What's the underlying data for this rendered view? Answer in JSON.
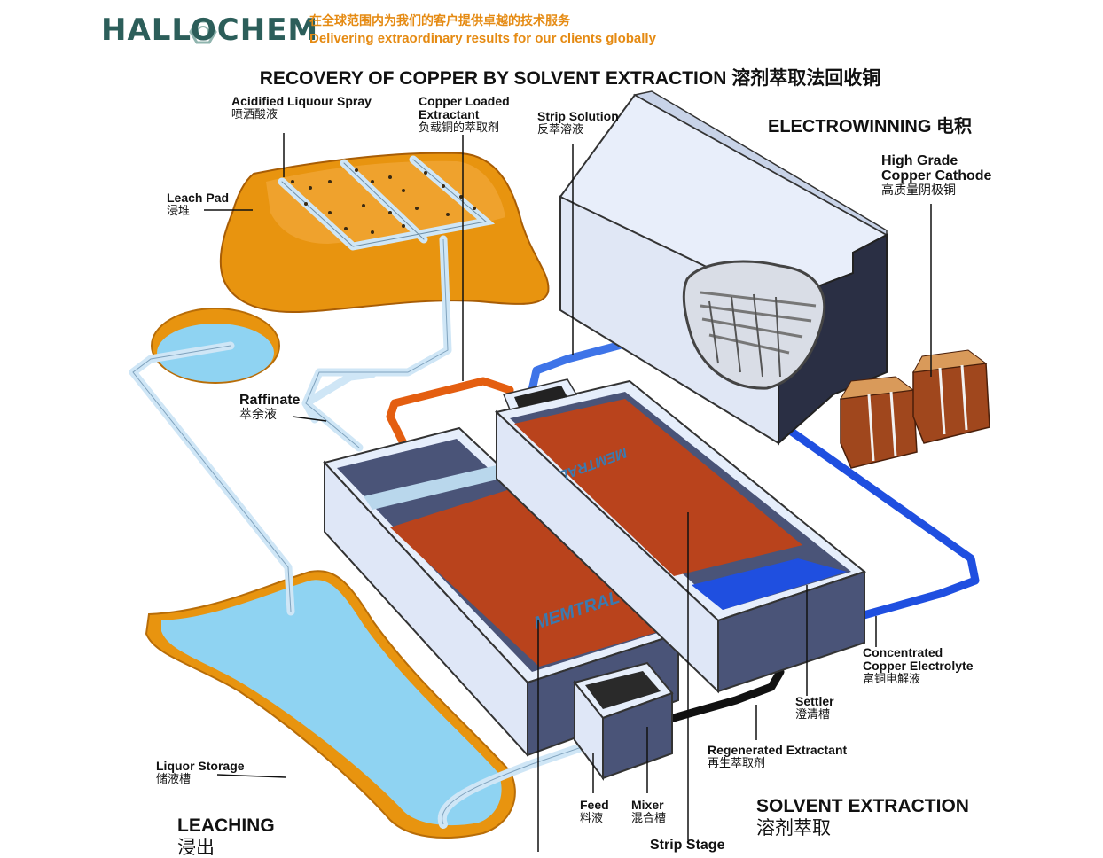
{
  "header": {
    "logo_text": "HALLOCHEM",
    "tagline_zh": "在全球范围内为我们的客户提供卓越的技术服务",
    "tagline_en": "Delivering extraordinary results for our clients globally"
  },
  "title": "RECOVERY OF COPPER BY SOLVENT EXTRACTION 溶剂萃取法回收铜",
  "sections": {
    "electrowinning": "ELECTROWINNING 电积",
    "leaching_en": "LEACHING",
    "leaching_zh": "浸出",
    "solvent_en": "SOLVENT EXTRACTION",
    "solvent_zh": "溶剂萃取"
  },
  "labels": {
    "acidified_en": "Acidified Liquour Spray",
    "acidified_zh": "喷洒酸液",
    "loaded_en1": "Copper Loaded",
    "loaded_en2": "Extractant",
    "loaded_zh": "负载铜的萃取剂",
    "strip_en": "Strip Solution",
    "strip_zh": "反萃溶液",
    "cathode_en1": "High Grade",
    "cathode_en2": "Copper Cathode",
    "cathode_zh": "高质量阴极铜",
    "leachpad_en": "Leach Pad",
    "leachpad_zh": "浸堆",
    "raffinate_en": "Raffinate",
    "raffinate_zh": "萃余液",
    "electrolyte_en1": "Concentrated",
    "electrolyte_en2": "Copper Electrolyte",
    "electrolyte_zh": "富铜电解液",
    "settler_en": "Settler",
    "settler_zh": "澄清槽",
    "regen_en": "Regenerated Extractant",
    "regen_zh": "再生萃取剂",
    "storage_en": "Liquor Storage",
    "storage_zh": "储液槽",
    "feed_en": "Feed",
    "feed_zh": "料液",
    "mixer_en": "Mixer",
    "mixer_zh": "混合槽",
    "strip_stage": "Strip Stage",
    "brand": "MEMTRAL"
  },
  "colors": {
    "brand_teal": "#2c5e5a",
    "tagline_orange": "#e58a12",
    "leach_orange": "#e8940f",
    "liquor_blue": "#8fd3f2",
    "organic_red": "#b9431c",
    "electrolyte_blue": "#1f4fe0",
    "tank_navy": "#4a5478",
    "building_white": "#e8eefa",
    "building_dark": "#2a2f44",
    "copper": "#a0471d"
  }
}
